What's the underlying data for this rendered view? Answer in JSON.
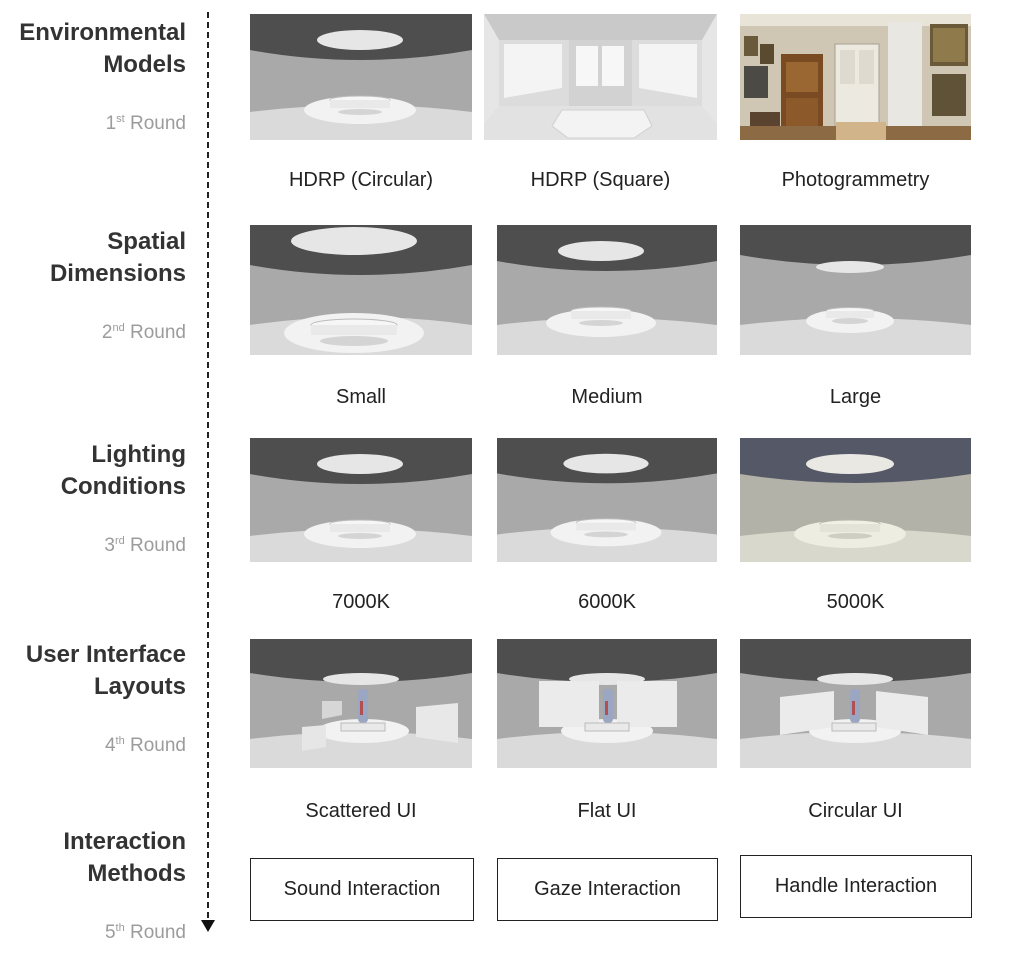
{
  "rows": [
    {
      "title_lines": [
        "Environmental",
        "Models"
      ],
      "round_num": "1",
      "round_sup": "st",
      "round_word": "Round",
      "captions": [
        "HDRP (Circular)",
        "HDRP (Square)",
        "Photogrammetry"
      ]
    },
    {
      "title_lines": [
        "Spatial",
        "Dimensions"
      ],
      "round_num": "2",
      "round_sup": "nd",
      "round_word": "Round",
      "captions": [
        "Small",
        "Medium",
        "Large"
      ]
    },
    {
      "title_lines": [
        "Lighting",
        "Conditions"
      ],
      "round_num": "3",
      "round_sup": "rd",
      "round_word": "Round",
      "captions": [
        "7000K",
        "6000K",
        "5000K"
      ]
    },
    {
      "title_lines": [
        "User Interface",
        "Layouts"
      ],
      "round_num": "4",
      "round_sup": "th",
      "round_word": "Round",
      "captions": [
        "Scattered UI",
        "Flat UI",
        "Circular UI"
      ]
    },
    {
      "title_lines": [
        "Interaction",
        "Methods"
      ],
      "round_num": "5",
      "round_sup": "th",
      "round_word": "Round",
      "methods": [
        "Sound Interaction",
        "Gaze Interaction",
        "Handle Interaction"
      ]
    }
  ],
  "colors": {
    "heading": "#333333",
    "round": "#9c9c9c",
    "timeline": "#222222"
  }
}
